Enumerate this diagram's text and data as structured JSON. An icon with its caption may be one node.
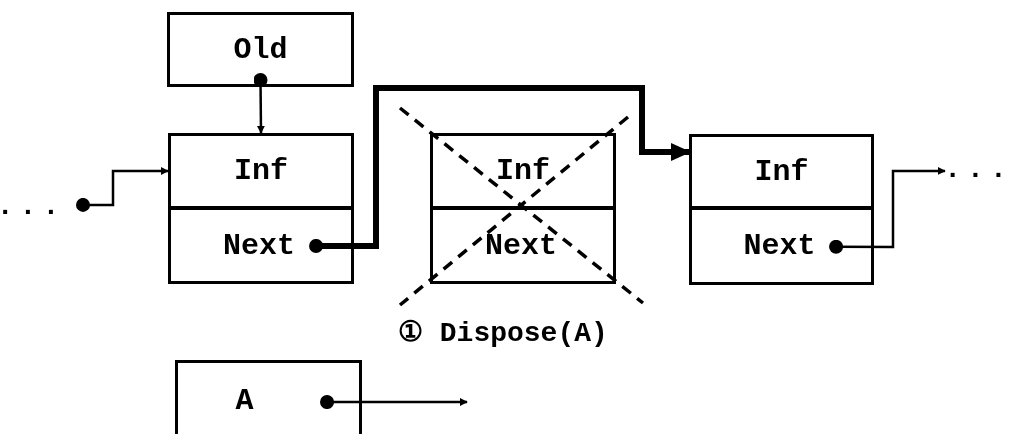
{
  "diagram": {
    "nodes": [
      {
        "text": [
          "Old"
        ]
      },
      {
        "text": [
          "..."
        ]
      },
      {
        "text": [
          "Inf"
        ]
      },
      {
        "text": [
          "Next"
        ]
      },
      {
        "text": [
          "Inf"
        ]
      },
      {
        "text": [
          "Next"
        ]
      },
      {
        "text": [
          "Inf"
        ]
      },
      {
        "text": [
          "Next"
        ]
      },
      {
        "text": [
          "..."
        ]
      },
      {
        "text": [
          "A"
        ]
      }
    ],
    "edges": [
      {
        "from": 0,
        "to": 2,
        "arrow": "to"
      },
      {
        "from": 1,
        "to": 2,
        "arrow": "to"
      },
      {
        "from": 3,
        "to": 6,
        "arrow": "to",
        "style": "thick"
      },
      {
        "from": 7,
        "to": 8,
        "arrow": "to"
      },
      {
        "from": 9,
        "to": null,
        "arrow": "to"
      }
    ],
    "labels": [
      "① Dispose(A)"
    ]
  }
}
